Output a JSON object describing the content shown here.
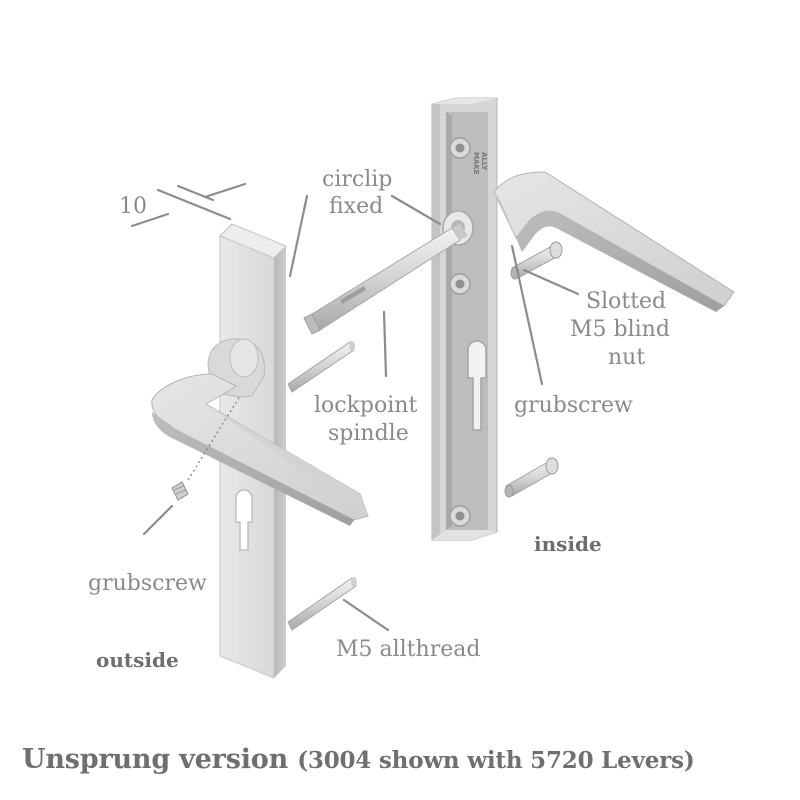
{
  "labels": {
    "dimension": "10",
    "circlip_line1": "circlip",
    "circlip_line2": "fixed",
    "slotted_line1": "Slotted",
    "slotted_line2": "M5 blind",
    "slotted_line3": "nut",
    "lockpoint_line1": "lockpoint",
    "lockpoint_line2": "spindle",
    "grubscrew_inside": "grubscrew",
    "grubscrew_outside": "grubscrew",
    "inside": "inside",
    "outside": "outside",
    "allthread": "M5 allthread",
    "backplate_text_1": "MAKE",
    "backplate_text_2": "ALLY"
  },
  "caption": {
    "main": "Unsprung version",
    "detail": "(3004 shown with 5720 Levers)"
  },
  "colors": {
    "metal_light": "#e4e4e4",
    "metal_mid": "#cfcfcf",
    "metal_dark": "#a9a9a9",
    "label_grey": "#8a8a8a",
    "leader_grey": "#8c8c8c",
    "caption_grey": "#6f6f6f"
  },
  "icons": [
    "handle-outside",
    "handle-inside",
    "backplate-outside",
    "backplate-inside",
    "spindle",
    "grubscrew",
    "allthread-bolt",
    "blind-nut"
  ]
}
